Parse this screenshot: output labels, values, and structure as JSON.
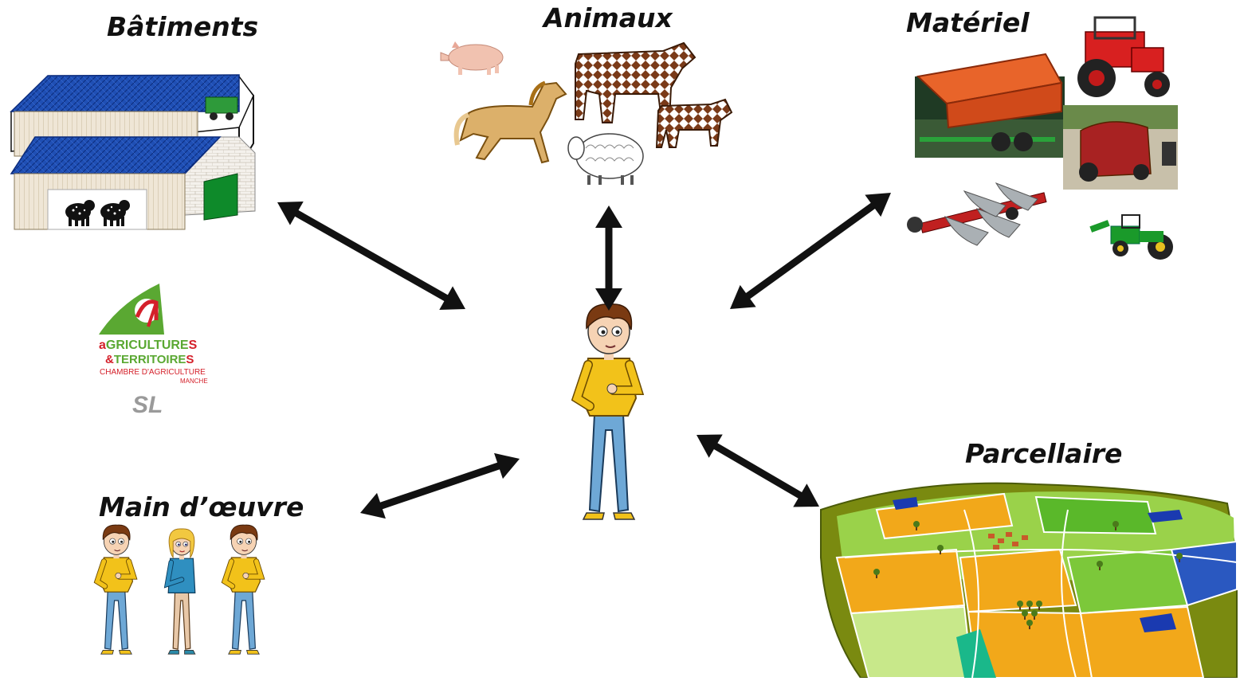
{
  "nodes": {
    "batiments": "Bâtiments",
    "animaux": "Animaux",
    "materiel": "Matériel",
    "main_oeuvre": "Main d’œuvre",
    "parcellaire": "Parcellaire"
  },
  "logo": {
    "line1_a": "a",
    "line1_rest": "GRICULTURE",
    "line1_s": "S",
    "line2_amp": "&",
    "line2_rest": "TERRITOIRE",
    "line2_s": "S",
    "line3": "CHAMBRE D'AGRICULTURE",
    "line4": "MANCHE",
    "tag": "SL"
  },
  "colors": {
    "arrow": "#111111",
    "roof": "#1f4fb4",
    "wall": "#efe6d6",
    "door": "#0e8a2a",
    "logo_green": "#5aa832",
    "logo_red": "#d4202a",
    "shirt_yellow": "#f2c21a",
    "pants_blue": "#6ea8d6",
    "field_orange": "#f2a81a",
    "field_green": "#7cc83a",
    "field_dark": "#7a8a10"
  }
}
